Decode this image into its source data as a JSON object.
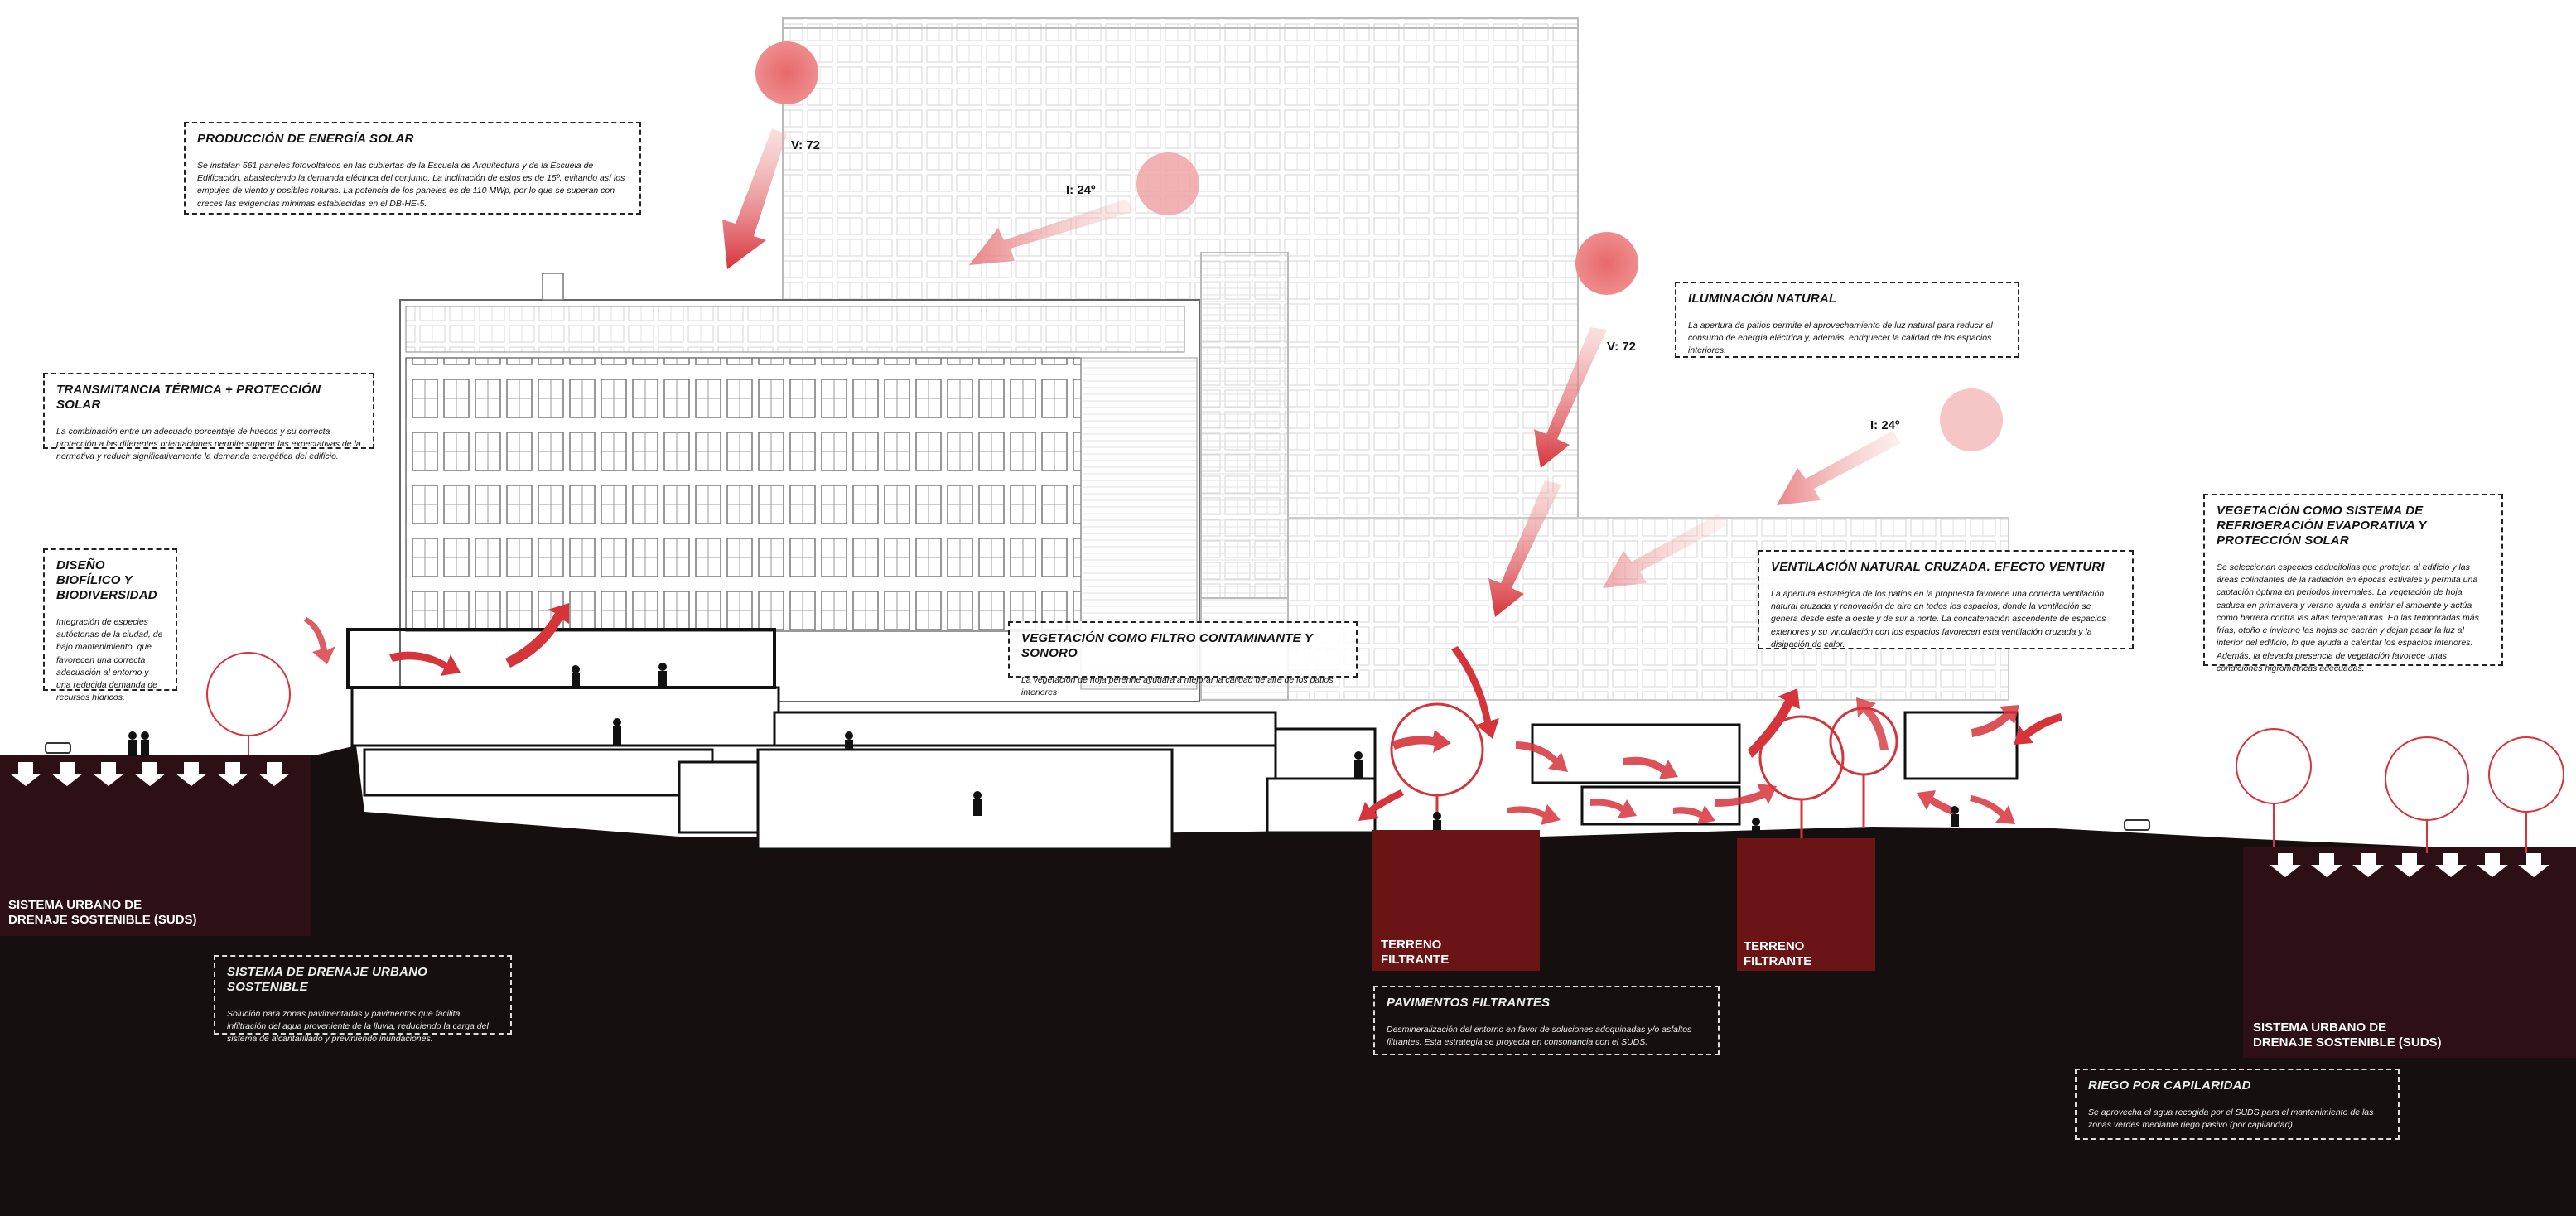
{
  "annotations": {
    "solar": {
      "title": "PRODUCCIÓN DE ENERGÍA SOLAR",
      "text": "Se instalan 561 paneles fotovoltaicos en las cubiertas de la Escuela de Arquitectura y de la Escuela de Edificación, abasteciendo la demanda eléctrica del conjunto. La inclinación de estos es de 15º, evitando así los empujes de viento y posibles roturas. La potencia de los paneles es de 110 MWp, por lo que se superan con creces las exigencias mínimas establecidas en el DB-HE-5."
    },
    "thermal": {
      "title": "TRANSMITANCIA TÉRMICA + PROTECCIÓN SOLAR",
      "text": "La combinación entre un adecuado porcentaje de huecos y su correcta protección a las diferentes orientaciones permite superar las expectativas de la normativa y reducir significativamente la demanda energética del edificio."
    },
    "biophilic": {
      "title": "DISEÑO BIOFÍLICO Y BIODIVERSIDAD",
      "text": "Integración de especies autóctonas de la ciudad, de bajo mantenimiento, que favorecen una correcta adecuación al entorno y una reducida demanda de recursos hídricos."
    },
    "vegetation_filter": {
      "title": "VEGETACIÓN COMO FILTRO CONTAMINANTE Y SONORO",
      "text": "La vegetación de hoja perenne ayudará a mejorar la calidad de aire de los patios interiores"
    },
    "lighting": {
      "title": "ILUMINACIÓN NATURAL",
      "text": "La apertura de patios permite el aprovechamiento de luz natural para reducir el consumo de energía eléctrica y, además, enriquecer la calidad de los espacios interiores."
    },
    "ventilation": {
      "title": "VENTILACIÓN NATURAL CRUZADA. EFECTO VENTURI",
      "text": "La apertura estratégica de los patios en la propuesta favorece una correcta ventilación natural cruzada y renovación de aire en todos los espacios, donde la ventilación se genera desde este a oeste y de sur a norte. La concatenación ascendente de espacios exteriores y su vinculación con los espacios favorecen esta ventilación cruzada y la disipación de calor."
    },
    "evaporative": {
      "title": "VEGETACIÓN COMO SISTEMA DE REFRIGERACIÓN EVAPORATIVA Y PROTECCIÓN SOLAR",
      "text": "Se seleccionan especies caducifolias que protejan al edificio y las áreas colindantes de la radiación en épocas estivales y permita una captación óptima en periodos invernales. La vegetación de hoja caduca en primavera y verano ayuda a enfriar el ambiente y actúa como barrera contra las altas temperaturas. En las temporadas más frías, otoño e invierno las hojas se caerán y dejan pasar la luz al interior del edificio, lo que ayuda a calentar los espacios interiores. Además, la elevada presencia de vegetación favorece unas condiciones higrométricas adecuadas."
    },
    "suds": {
      "title": "SISTEMA DE DRENAJE URBANO SOSTENIBLE",
      "text": "Solución para zonas pavimentadas y pavimentos que facilita infiltración del agua proveniente de la lluvia, reduciendo la carga del sistema de alcantarillado y previniendo inundaciones."
    },
    "pavements": {
      "title": "PAVIMENTOS FILTRANTES",
      "text": "Desmineralización del entorno en favor de soluciones adoquinadas y/o asfaltos filtrantes. Esta estrategia se proyecta en consonancia con el SUDS."
    },
    "irrigation": {
      "title": "RIEGO POR CAPILARIDAD",
      "text": "Se aprovecha el agua recogida por el SUDS para el mantenimiento de las zonas verdes mediante riego pasivo (por capilaridad)."
    }
  },
  "sun_labels": {
    "v1": "V: 72",
    "i1": "I: 24º",
    "v2": "V: 72",
    "i2": "I: 24º"
  },
  "zones": {
    "suds_left": "SISTEMA URBANO DE\nDRENAJE SOSTENIBLE (SUDS)",
    "suds_right": "SISTEMA URBANO DE\nDRENAJE SOSTENIBLE (SUDS)",
    "filter_1": "TERRENO\nFILTRANTE",
    "filter_2": "TERRENO\nFILTRANTE"
  },
  "colors": {
    "ground": "#150f10",
    "suds": "#2c1015",
    "filter": "#6b1416",
    "accent": "#d6343b",
    "sun": "#e8696b"
  }
}
